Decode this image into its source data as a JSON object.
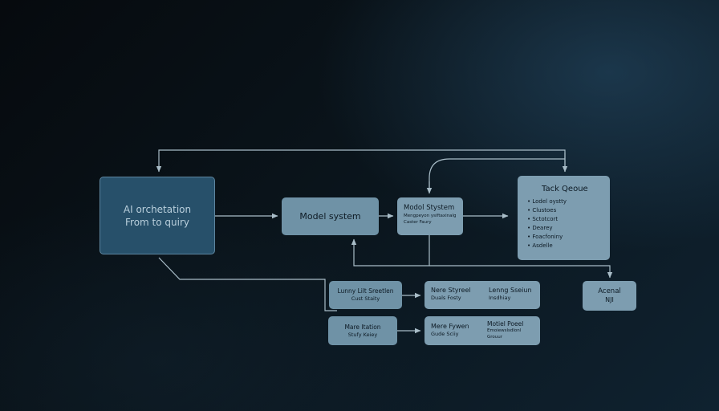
{
  "colors": {
    "background": "#0b1820",
    "node_dark": "#27506a",
    "node_light": "#6f92a6",
    "node_lighter": "#7d9db0",
    "connector": "#a9bdc8",
    "text_dark": "#0d1a24",
    "text_light": "#b9cfdc"
  },
  "nodes": {
    "ai_orchestration": {
      "line1": "AI orchetation",
      "line2": "From to quiry"
    },
    "model_system_main": {
      "label": "Model system"
    },
    "model_system_small": {
      "title": "Modol Stystem",
      "line1": "Mengpeyon ysiftaxinalg",
      "line2": "Caster Faury"
    },
    "task_queue": {
      "title": "Tack Qeoue",
      "items": [
        "Lodel oystty",
        "Clustoes",
        "Sctotcort",
        "Dearey",
        "Foacfoniny",
        "Asdelle"
      ]
    },
    "lunny_lilt": {
      "line1": "Lunny Lilt Sreetlen",
      "line2": "Cust Staity"
    },
    "nere_styreel": {
      "left_line1": "Nere Styreel",
      "left_line2": "Duals Fosty",
      "right_line1": "Lenng Sseiun",
      "right_line2": "Insdhiay"
    },
    "mare_itation": {
      "line1": "Mare Itation",
      "line2": "Stufy Keiey"
    },
    "mere_fywen": {
      "left_line1": "Mere Fywen",
      "left_line2": "Gude Sciiy",
      "right_line1": "Motiel Poeel",
      "right_line2": "Emoiewslsdlonl",
      "right_line3": "Grouur"
    },
    "acenal": {
      "line1": "Acenal",
      "line2": "NJI"
    }
  }
}
